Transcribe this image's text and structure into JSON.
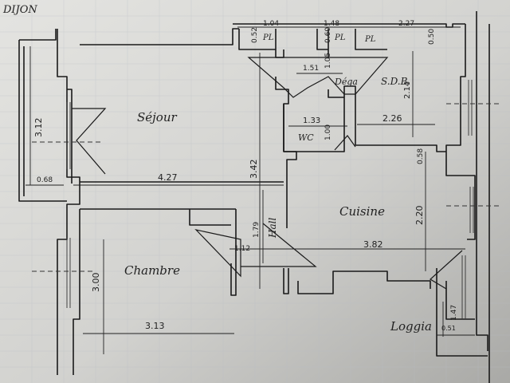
{
  "city": "DIJON",
  "rooms": {
    "sejour": "Séjour",
    "chambre": "Chambre",
    "cuisine": "Cuisine",
    "sdb": "S.D.B.",
    "wc": "WC",
    "dega": "Déga",
    "hall": "Hall",
    "loggia": "Loggia",
    "pl1": "PL",
    "pl2": "PL",
    "pl3": "PL"
  },
  "dimensions": {
    "d_312": "3.12",
    "d_068": "0.68",
    "d_427": "4.27",
    "d_342": "3.42",
    "d_179": "1.79",
    "d_112": "1.12",
    "d_300": "3.00",
    "d_313": "3.13",
    "d_382": "3.82",
    "d_220": "2.20",
    "d_058": "0.58",
    "d_226": "2.26",
    "d_214": "2.14",
    "d_050": "0.50",
    "d_227": "2.27",
    "d_148": "1.48",
    "d_104": "1.04",
    "d_052": "0.52",
    "d_060": "0.60",
    "d_105": "1.05",
    "d_151": "1.51",
    "d_133": "1.33",
    "d_100": "1.00",
    "d_147": "1.47",
    "d_051": "0.51"
  }
}
